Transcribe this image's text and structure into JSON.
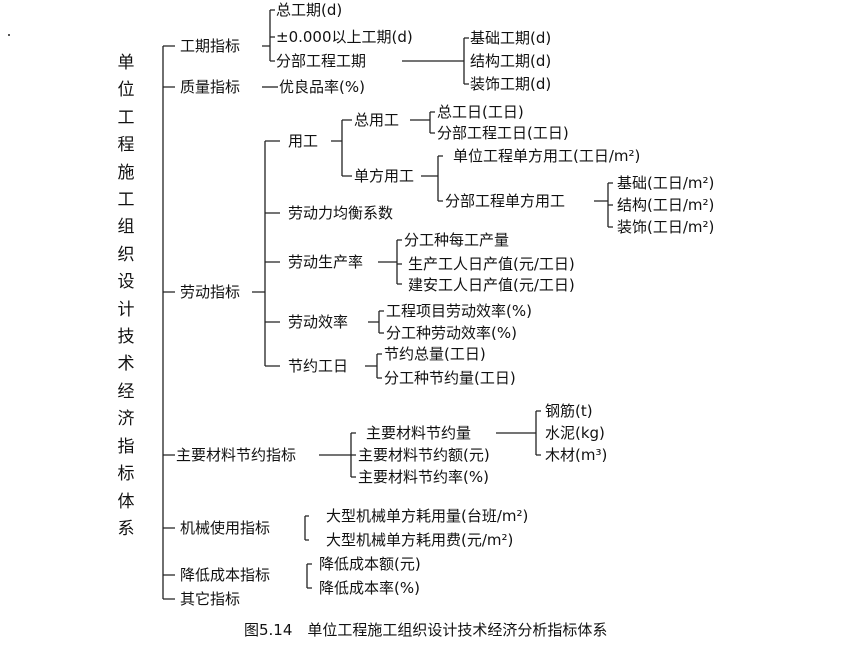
{
  "root": {
    "chars": [
      "单",
      "位",
      "工",
      "程",
      "施",
      "工",
      "组",
      "织",
      "设",
      "计",
      "技",
      "术",
      "经",
      "济",
      "指",
      "标",
      "体",
      "系"
    ]
  },
  "labels": {
    "schedule": "工期指标",
    "total_schedule": "总工期(d)",
    "above_zero": "±0.000以上工期(d)",
    "sub_schedule": "分部工程工期",
    "foundation_schedule": "基础工期(d)",
    "structure_schedule": "结构工期(d)",
    "decoration_schedule": "装饰工期(d)",
    "quality": "质量指标",
    "quality_rate": "优良品率(%)",
    "labor_use": "用工",
    "total_labor": "总用工",
    "total_workday": "总工日(工日)",
    "sub_workday": "分部工程工日(工日)",
    "unit_area_labor": "单方用工",
    "unit_project_area_labor": "单位工程单方用工(工日/m²)",
    "sub_area_labor": "分部工程单方用工",
    "foundation_labor": "基础(工日/m²)",
    "structure_labor": "结构(工日/m²)",
    "decoration_labor": "装饰(工日/m²)",
    "labor_balance": "劳动力均衡系数",
    "labor_productivity": "劳动生产率",
    "output_per_worker": "分工种每工产量",
    "production_output": "生产工人日产值(元/工日)",
    "installation_output": "建安工人日产值(元/工日)",
    "labor_index": "劳动指标",
    "labor_efficiency": "劳动效率",
    "project_efficiency": "工程项目劳动效率(%)",
    "trade_efficiency": "分工种劳动效率(%)",
    "saving_workday": "节约工日",
    "total_saving": "节约总量(工日)",
    "trade_saving": "分工种节约量(工日)",
    "material_index": "主要材料节约指标",
    "material_amount": "主要材料节约量",
    "steel": "钢筋(t)",
    "cement": "水泥(kg)",
    "timber": "木材(m³)",
    "material_value": "主要材料节约额(元)",
    "material_rate": "主要材料节约率(%)",
    "machinery_index": "机械使用指标",
    "machine_shifts": "大型机械单方耗用量(台班/m²)",
    "machine_cost": "大型机械单方耗用费(元/m²)",
    "cost_index": "降低成本指标",
    "cost_amount": "降低成本额(元)",
    "cost_rate": "降低成本率(%)",
    "other_index": "其它指标"
  },
  "caption": "图5.14　单位工程施工组织设计技术经济分析指标体系"
}
